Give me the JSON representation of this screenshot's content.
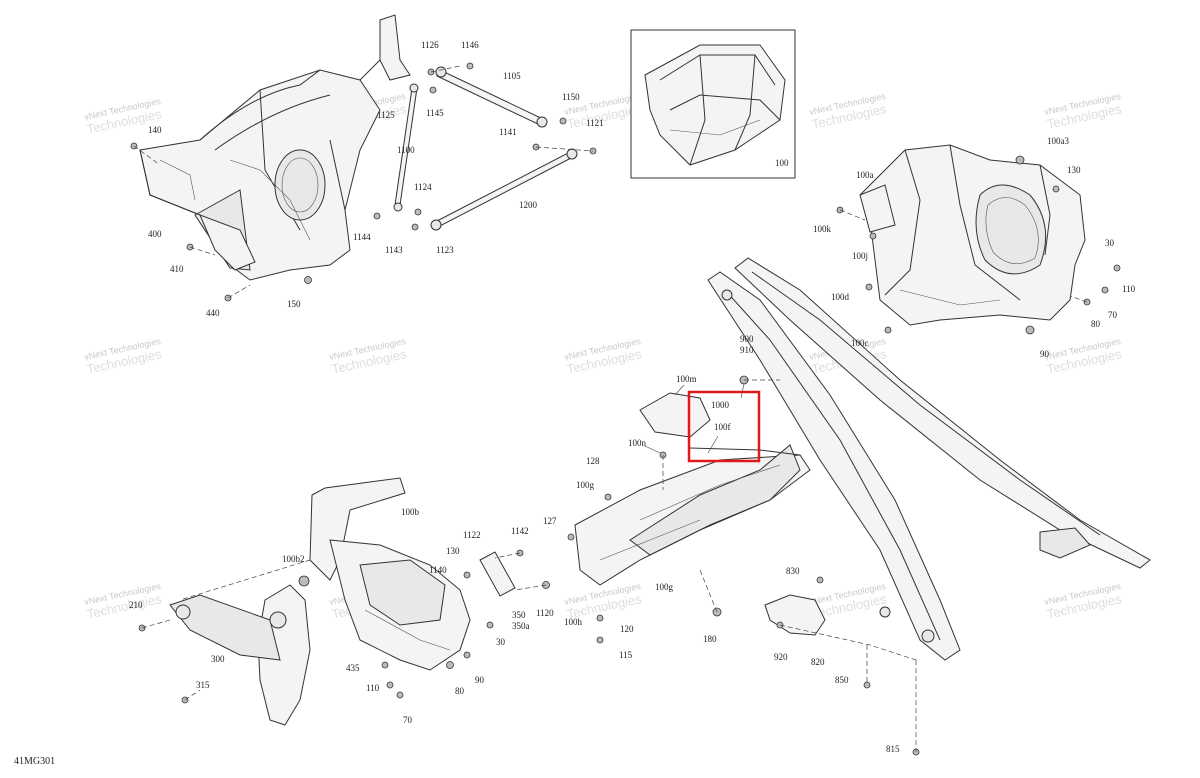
{
  "diagram_code": "41MG301",
  "watermark": {
    "line1": "vNext Technologies",
    "line2": "Technologies"
  },
  "highlight_color": "#e0181b",
  "part_labels": [
    "1126",
    "1146",
    "1105",
    "1125",
    "1145",
    "1100",
    "1150",
    "1121",
    "1141",
    "1124",
    "1144",
    "1143",
    "1123",
    "1200",
    "140",
    "400",
    "410",
    "150",
    "440",
    "100",
    "100a3",
    "100a",
    "130",
    "100k",
    "100j",
    "30",
    "110",
    "100d",
    "80",
    "70",
    "90",
    "100c",
    "900",
    "910",
    "100m",
    "1000",
    "100f",
    "100n",
    "128",
    "100g",
    "127",
    "100h",
    "120",
    "115",
    "180",
    "100g",
    "830",
    "920",
    "820",
    "850",
    "815",
    "100b",
    "100b2",
    "210",
    "300",
    "315",
    "1122",
    "1142",
    "130",
    "1140",
    "350",
    "350a",
    "1120",
    "30",
    "435",
    "110",
    "80",
    "90",
    "70"
  ]
}
